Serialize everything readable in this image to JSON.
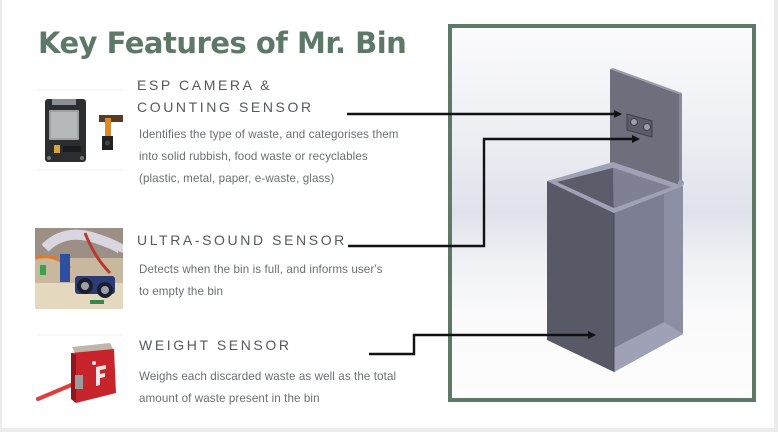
{
  "slide": {
    "title": "Key Features of Mr. Bin",
    "accent_color": "#5e7a66",
    "features": [
      {
        "heading_line1": "ESP CAMERA &",
        "heading_line2": "COUNTING SENSOR",
        "description": "Identifies the type of waste, and categorises them into solid rubbish, food waste or recyclables (plastic, metal, paper, e-waste, glass)",
        "image": "esp32-camera-module-photo"
      },
      {
        "heading_line1": "ULTRA-SOUND SENSOR",
        "description": "Detects when the bin is full, and informs user's to empty the bin",
        "image": "ultrasonic-sensor-breadboard-photo"
      },
      {
        "heading_line1": "WEIGHT SENSOR",
        "description": "Weighs each discarded waste as well as the total amount of waste present in the bin",
        "image": "red-load-cell-photo"
      }
    ],
    "diagram": {
      "image": "3d-cad-model-of-bin",
      "frame_color": "#5e7a66",
      "arrow_color": "#111111"
    }
  }
}
